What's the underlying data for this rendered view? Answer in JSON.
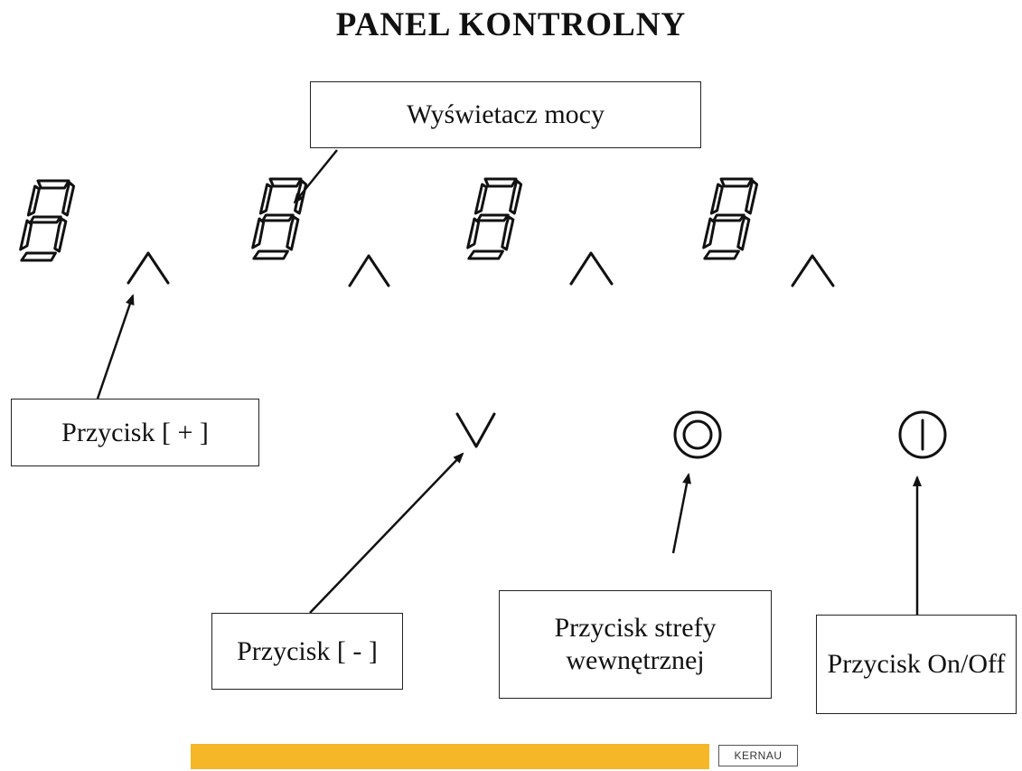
{
  "title": "PANEL KONTROLNY",
  "labels": {
    "power_display": "Wyświetacz mocy",
    "plus_button": "Przycisk [ + ]",
    "minus_button": "Przycisk [ - ]",
    "inner_zone_button": "Przycisk strefy wewnętrznej",
    "onoff_button": "Przycisk On/Off"
  },
  "displays": [
    {
      "digit": "8"
    },
    {
      "digit": "8"
    },
    {
      "digit": "8"
    },
    {
      "digit": "8"
    }
  ],
  "icons": {
    "plus": "chevron-up-icon",
    "minus": "chevron-down-icon",
    "inner_zone": "double-circle-icon",
    "power": "power-icon"
  },
  "colors": {
    "footer_bar": "#f5b727",
    "ink": "#111111"
  },
  "footer": {
    "brand": "KERNAU"
  }
}
